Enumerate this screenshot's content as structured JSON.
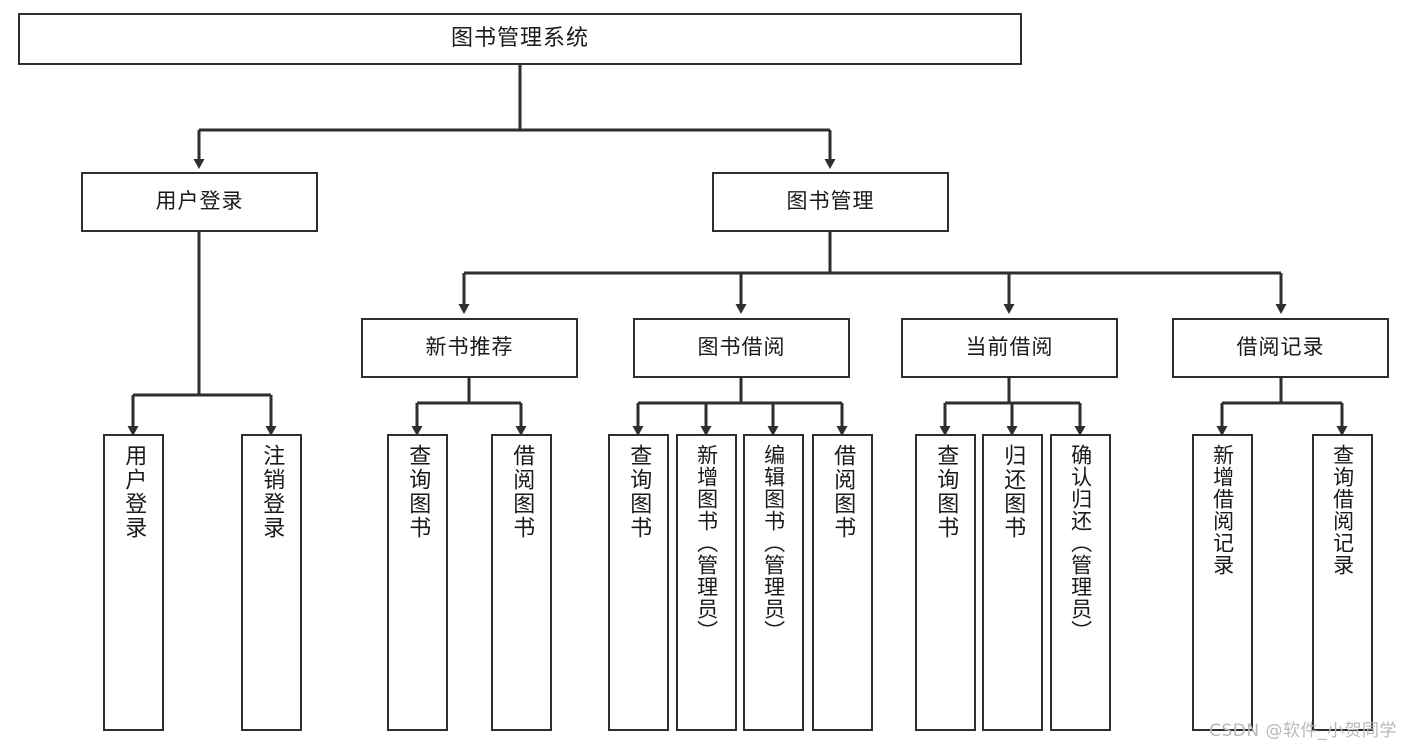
{
  "diagram": {
    "title": "图书管理系统",
    "type": "tree",
    "watermark": "CSDN @软件_小贺同学",
    "colors": {
      "stroke": "#2e2e2e",
      "fill": "#ffffff",
      "text": "#1a1a1a",
      "watermark": "#b9b9b9"
    },
    "nodes": {
      "root": {
        "label": "图书管理系统"
      },
      "level2": [
        {
          "id": "user-login",
          "label": "用户登录"
        },
        {
          "id": "book-manage",
          "label": "图书管理"
        }
      ],
      "level3": [
        {
          "id": "new-book-recommend",
          "label": "新书推荐"
        },
        {
          "id": "book-borrow",
          "label": "图书借阅"
        },
        {
          "id": "current-borrow",
          "label": "当前借阅"
        },
        {
          "id": "borrow-record",
          "label": "借阅记录"
        }
      ],
      "leaves": {
        "user_login": [
          {
            "id": "leaf-user-login",
            "label": "用户登录"
          },
          {
            "id": "leaf-logout-login",
            "label": "注销登录"
          }
        ],
        "new_book_recommend": [
          {
            "id": "leaf-query-book-1",
            "label": "查询图书"
          },
          {
            "id": "leaf-borrow-book-1",
            "label": "借阅图书"
          }
        ],
        "book_borrow": [
          {
            "id": "leaf-query-book-2",
            "label": "查询图书"
          },
          {
            "id": "leaf-add-book",
            "label": "新增图书（管理员）"
          },
          {
            "id": "leaf-edit-book",
            "label": "编辑图书（管理员）"
          },
          {
            "id": "leaf-borrow-book-2",
            "label": "借阅图书"
          }
        ],
        "current_borrow": [
          {
            "id": "leaf-query-book-3",
            "label": "查询图书"
          },
          {
            "id": "leaf-return-book",
            "label": "归还图书"
          },
          {
            "id": "leaf-confirm-return",
            "label": "确认归还（管理员）"
          }
        ],
        "borrow_record": [
          {
            "id": "leaf-add-record",
            "label": "新增借阅记录"
          },
          {
            "id": "leaf-query-record",
            "label": "查询借阅记录"
          }
        ]
      }
    }
  }
}
